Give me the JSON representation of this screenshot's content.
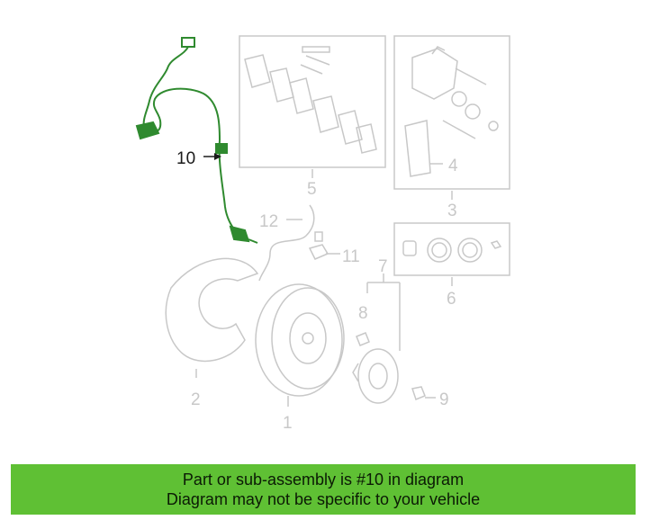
{
  "callouts": {
    "c1": "1",
    "c2": "2",
    "c3": "3",
    "c4": "4",
    "c5": "5",
    "c6": "6",
    "c7": "7",
    "c8": "8",
    "c9": "9",
    "c10": "10",
    "c11": "11",
    "c12": "12"
  },
  "highlight": {
    "part": "10",
    "color": "#2f8a2f"
  },
  "colors": {
    "faded_line": "#c8c8c8",
    "banner_bg": "#5fc034"
  },
  "banner": {
    "line1": "Part or sub-assembly is #10 in diagram",
    "line2": "Diagram may not be specific to your vehicle"
  }
}
